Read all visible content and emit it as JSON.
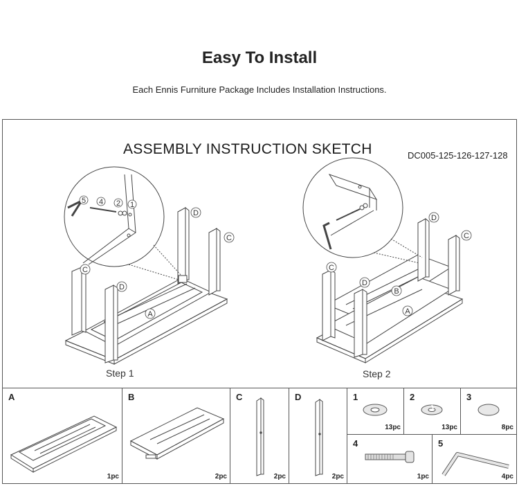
{
  "header": {
    "title": "Easy To Install",
    "subtitle": "Each Ennis Furniture Package Includes Installation Instructions."
  },
  "sheet": {
    "title": "ASSEMBLY INSTRUCTION SKETCH",
    "model": "DC005-125-126-127-128",
    "steps": [
      {
        "label": "Step 1"
      },
      {
        "label": "Step 2"
      }
    ],
    "callouts": {
      "a": "A",
      "b": "B",
      "c": "C",
      "d": "D",
      "n1": "1",
      "n2": "2",
      "n4": "4",
      "n5": "5"
    }
  },
  "parts": [
    {
      "id": "A",
      "qty": "1pc"
    },
    {
      "id": "B",
      "qty": "2pc"
    },
    {
      "id": "C",
      "qty": "2pc"
    },
    {
      "id": "D",
      "qty": "2pc"
    },
    {
      "id": "1",
      "qty": "13pc"
    },
    {
      "id": "2",
      "qty": "13pc"
    },
    {
      "id": "3",
      "qty": "8pc"
    },
    {
      "id": "4",
      "qty": "1pc"
    },
    {
      "id": "5",
      "qty": "4pc"
    }
  ],
  "icons": {
    "washer": "washer-icon",
    "lock_washer": "lock-washer-icon",
    "cap": "cap-icon",
    "bolt": "bolt-icon",
    "hex_key": "hex-key-icon"
  }
}
